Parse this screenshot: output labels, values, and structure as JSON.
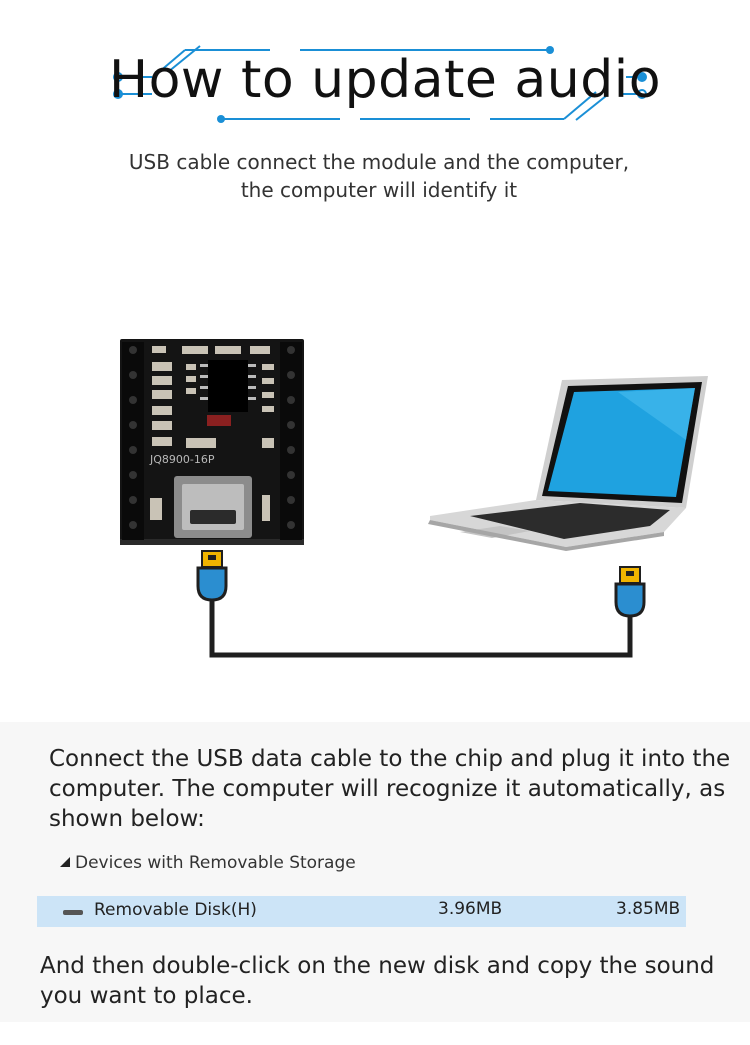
{
  "header": {
    "title": "How to update audio",
    "subtitle_line1": "USB cable connect the module and the computer,",
    "subtitle_line2": "the computer will identify it"
  },
  "illustration": {
    "module_label": "JQ8900-16P"
  },
  "instructions": {
    "text": "Connect the USB data cable to the chip and plug it into the computer. The computer will recognize it automatically, as shown below:"
  },
  "devices": {
    "heading": "Devices with Removable Storage",
    "disk": {
      "name": "Removable Disk(H)",
      "total": "3.96MB",
      "free": "3.85MB"
    }
  },
  "final_instructions": {
    "text": "And then double-click on the new disk and copy the sound you want to place."
  },
  "colors": {
    "accent": "#1a8fd6",
    "cable": "#1f1f1f",
    "plug_blue": "#2b8ed0",
    "plug_gold": "#f0b400",
    "disk_row_bg": "#cce4f7"
  }
}
